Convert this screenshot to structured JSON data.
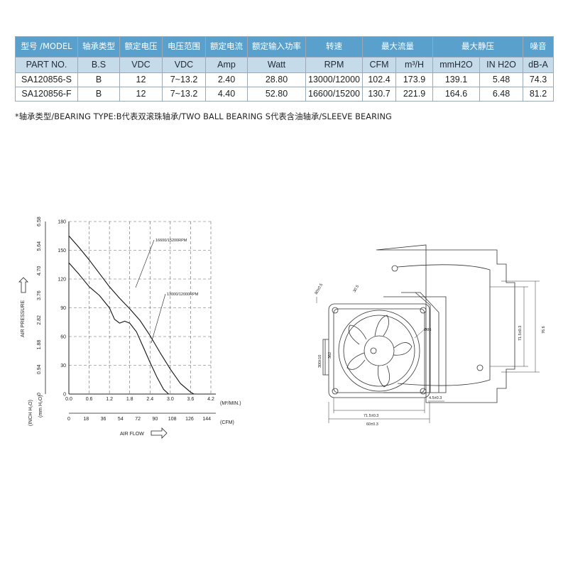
{
  "spec_table": {
    "header_row1": [
      "型号 /MODEL",
      "轴承类型",
      "额定电压",
      "电压范围",
      "额定电流",
      "额定输入功率",
      "转速",
      "最大流量",
      "最大静压",
      "噪音"
    ],
    "header_row2": [
      "PART NO.",
      "B.S",
      "VDC",
      "VDC",
      "Amp",
      "Watt",
      "RPM",
      "CFM",
      "m³/H",
      "mmH2O",
      "IN H2O",
      "dB-A"
    ],
    "rows": [
      [
        "SA120856-S",
        "B",
        "12",
        "7~13.2",
        "2.40",
        "28.80",
        "13000/12000",
        "102.4",
        "173.9",
        "139.1",
        "5.48",
        "74.3"
      ],
      [
        "SA120856-F",
        "B",
        "12",
        "7~13.2",
        "4.40",
        "52.80",
        "16600/15200",
        "130.7",
        "221.9",
        "164.6",
        "6.48",
        "81.2"
      ]
    ]
  },
  "footnote": "*轴承类型/BEARING TYPE:B代表双滚珠轴承/TWO BALL BEARING  S代表含油轴承/SLEEVE BEARING",
  "chart_data": {
    "type": "line",
    "title": "",
    "xlabel": "AIR FLOW",
    "ylabel": "AIR PRESSURE",
    "x_axis_primary": {
      "unit": "(M³/MIN.)",
      "ticks": [
        "0.0",
        "0.6",
        "1.2",
        "1.8",
        "2.4",
        "3.0",
        "3.6",
        "4.2"
      ],
      "range": [
        0,
        4.2
      ]
    },
    "x_axis_secondary": {
      "unit": "(CFM)",
      "ticks": [
        "0",
        "18",
        "36",
        "54",
        "72",
        "90",
        "108",
        "126",
        "144"
      ]
    },
    "y_axis_primary": {
      "unit": "(mm H₂O)",
      "ticks": [
        "0",
        "30",
        "60",
        "90",
        "120",
        "150",
        "180"
      ],
      "range": [
        0,
        180
      ]
    },
    "y_axis_secondary": {
      "unit": "(INCH H₂O)",
      "ticks": [
        "0",
        "0.94",
        "1.88",
        "2.82",
        "3.76",
        "4.70",
        "5.64",
        "6.58"
      ]
    },
    "grid": "dashed",
    "series": [
      {
        "name": "16600/15200RPM",
        "x": [
          0.0,
          0.3,
          0.6,
          0.9,
          1.2,
          1.5,
          1.8,
          2.1,
          2.4,
          2.7,
          3.0,
          3.3,
          3.6,
          3.7
        ],
        "y": [
          165,
          153,
          140,
          126,
          112,
          100,
          89,
          77,
          61,
          43,
          26,
          11,
          2,
          0
        ]
      },
      {
        "name": "13000/12000RPM",
        "x": [
          0.0,
          0.3,
          0.6,
          0.9,
          1.2,
          1.35,
          1.5,
          1.65,
          1.8,
          2.0,
          2.2,
          2.4,
          2.6,
          2.8,
          2.95
        ],
        "y": [
          137,
          125,
          112,
          103,
          90,
          78,
          74,
          76,
          74,
          65,
          49,
          33,
          18,
          5,
          0
        ]
      }
    ]
  },
  "drawing": {
    "dims": [
      "80±0.5",
      "71.5±0.3",
      "60±0.3",
      "76.6",
      "71.5±0.3",
      "4.5±0.3",
      "Ø86",
      "300±10",
      "30.5",
      "362"
    ]
  }
}
